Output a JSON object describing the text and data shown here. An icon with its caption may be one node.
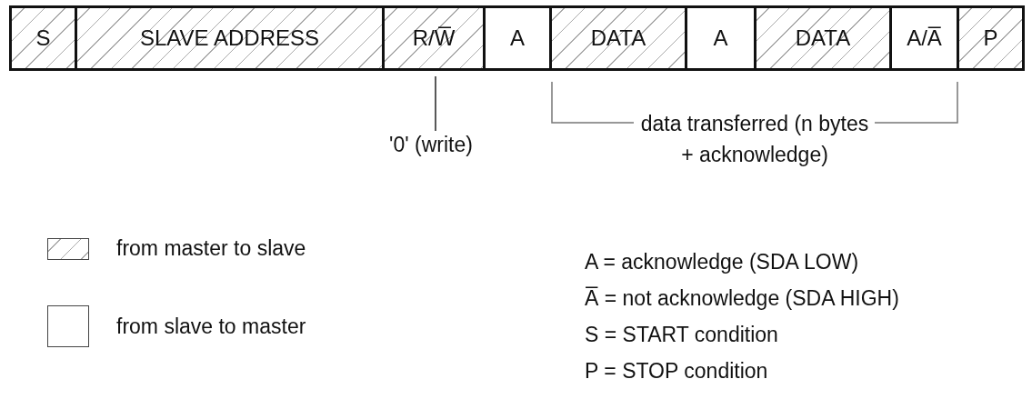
{
  "diagram": {
    "nodes": [
      {
        "text": [
          "S"
        ]
      },
      {
        "text": [
          "SLAVE ADDRESS"
        ]
      },
      {
        "text": [
          "R/W̅"
        ]
      },
      {
        "text": [
          "A"
        ]
      },
      {
        "text": [
          "DATA"
        ]
      },
      {
        "text": [
          "A"
        ]
      },
      {
        "text": [
          "DATA"
        ]
      },
      {
        "text": [
          "A/A̅"
        ]
      },
      {
        "text": [
          "P"
        ]
      },
      {
        "text": [
          "'0' (write)"
        ]
      }
    ],
    "edges": [
      {
        "from": 9,
        "to": 2,
        "arrow": "none"
      }
    ],
    "labels": [
      "data transferred (n bytes + acknowledge)",
      "A = acknowledge (SDA LOW)",
      "A̅ = not acknowledge (SDA HIGH)",
      "S = START condition",
      "P = STOP condition"
    ],
    "legend": [
      {
        "text": "from master to slave"
      },
      {
        "text": "from slave to master",
        "color": "#ffffff"
      }
    ]
  }
}
